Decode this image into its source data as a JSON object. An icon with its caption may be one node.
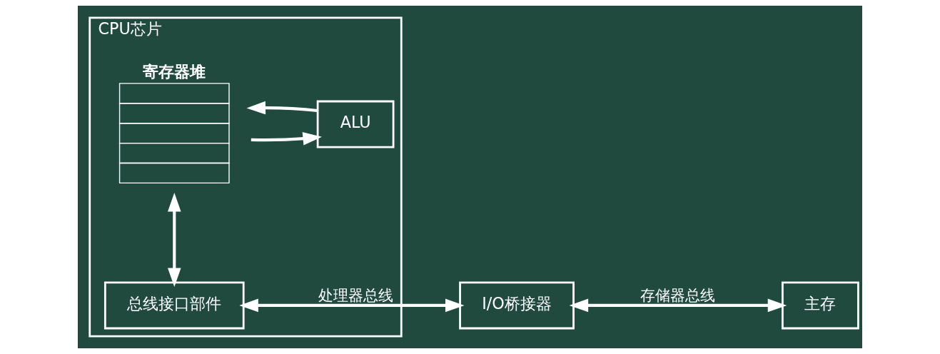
{
  "diagram": {
    "nodes": [
      {
        "text": [
          "CPU芯片"
        ]
      },
      {
        "text": [
          "寄存器堆"
        ],
        "in": 0
      },
      {
        "text": [
          "ALU"
        ],
        "in": 0
      },
      {
        "text": [
          "总线接口部件"
        ],
        "in": 0
      },
      {
        "text": [
          "I/O桥接器"
        ]
      },
      {
        "text": [
          "主存"
        ]
      }
    ],
    "edges": [
      {
        "from": 1,
        "to": 2,
        "arrow": "to"
      },
      {
        "from": 2,
        "to": 1,
        "arrow": "to"
      },
      {
        "from": 1,
        "to": 3,
        "arrow": "both"
      },
      {
        "from": 3,
        "to": 4,
        "arrow": "both",
        "label": "处理器总线"
      },
      {
        "from": 4,
        "to": 5,
        "arrow": "both",
        "label": "存储器总线"
      }
    ]
  }
}
